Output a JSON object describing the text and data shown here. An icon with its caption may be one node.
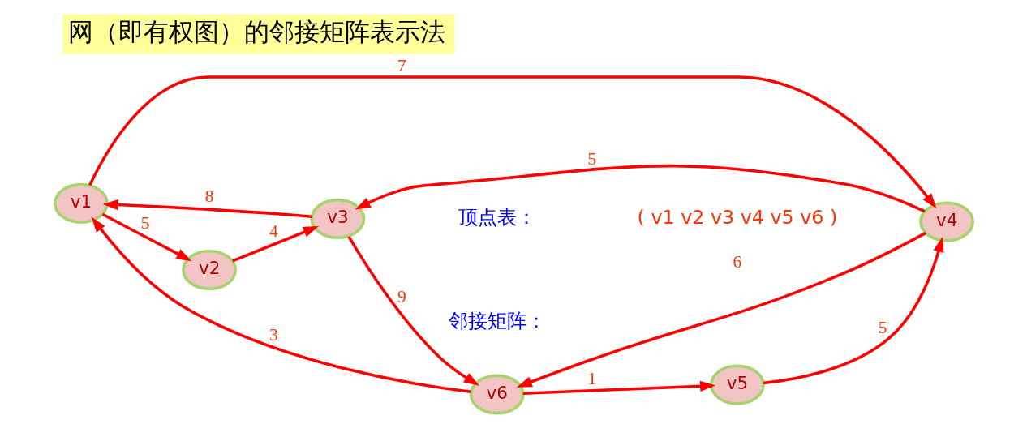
{
  "diagram": {
    "title": "网（即有权图）的邻接矩阵表示法",
    "nodes": [
      {
        "text": [
          "v1"
        ]
      },
      {
        "text": [
          "v2"
        ]
      },
      {
        "text": [
          "v3"
        ]
      },
      {
        "text": [
          "v4"
        ]
      },
      {
        "text": [
          "v5"
        ]
      },
      {
        "text": [
          "v6"
        ]
      }
    ],
    "edges": [
      {
        "from": 0,
        "to": 1,
        "arrow": "to",
        "label": "5"
      },
      {
        "from": 1,
        "to": 2,
        "arrow": "to",
        "label": "4"
      },
      {
        "from": 2,
        "to": 0,
        "arrow": "to",
        "label": "8"
      },
      {
        "from": 0,
        "to": 3,
        "arrow": "to",
        "label": "7"
      },
      {
        "from": 2,
        "to": 5,
        "arrow": "to",
        "label": "9"
      },
      {
        "from": 3,
        "to": 5,
        "arrow": "to",
        "label": "6"
      },
      {
        "from": 5,
        "to": 0,
        "arrow": "to",
        "label": "3"
      },
      {
        "from": 5,
        "to": 4,
        "arrow": "to",
        "label": "1"
      },
      {
        "from": 4,
        "to": 3,
        "arrow": "to",
        "label": "5"
      },
      {
        "from": 3,
        "to": 2,
        "arrow": "to",
        "label": "5"
      }
    ],
    "labels": [
      "顶点表：",
      "( v1 v2 v3 v4 v5 v6 )",
      "邻接矩阵："
    ]
  }
}
